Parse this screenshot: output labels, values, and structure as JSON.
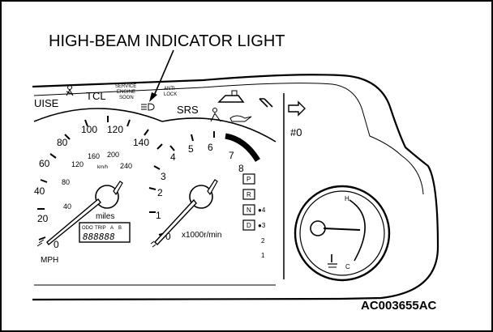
{
  "callout": {
    "label": "HIGH-BEAM INDICATOR LIGHT"
  },
  "figure_id": "AC003655AC",
  "indicators": {
    "cruise": "UISE",
    "tcl": "TCL",
    "service_engine_soon": [
      "SERVICE",
      "ENGINE",
      "SOON"
    ],
    "anti_lock": [
      "ANTI",
      "LOCK"
    ],
    "srs": "SRS",
    "od": "#0"
  },
  "speedometer": {
    "mph_ticks": [
      "0",
      "20",
      "40",
      "60",
      "80",
      "100",
      "120",
      "140"
    ],
    "kmh_ticks": [
      "40",
      "80",
      "120",
      "160",
      "200",
      "240"
    ],
    "kmh_unit": "km/h",
    "unit": "MPH",
    "odo_unit": "miles",
    "odometer": "888888",
    "odo_header": [
      "ODO",
      "TRIP",
      "A",
      "B"
    ]
  },
  "tachometer": {
    "ticks": [
      "0",
      "1",
      "2",
      "3",
      "4",
      "5",
      "6",
      "7",
      "8"
    ],
    "unit": "x1000r/min"
  },
  "gear_indicator": {
    "boxed": [
      "P",
      "R",
      "N",
      "D"
    ],
    "unboxed": [
      "2",
      "1"
    ]
  },
  "temp_gauge": {
    "hot": "H",
    "cold": "C"
  }
}
